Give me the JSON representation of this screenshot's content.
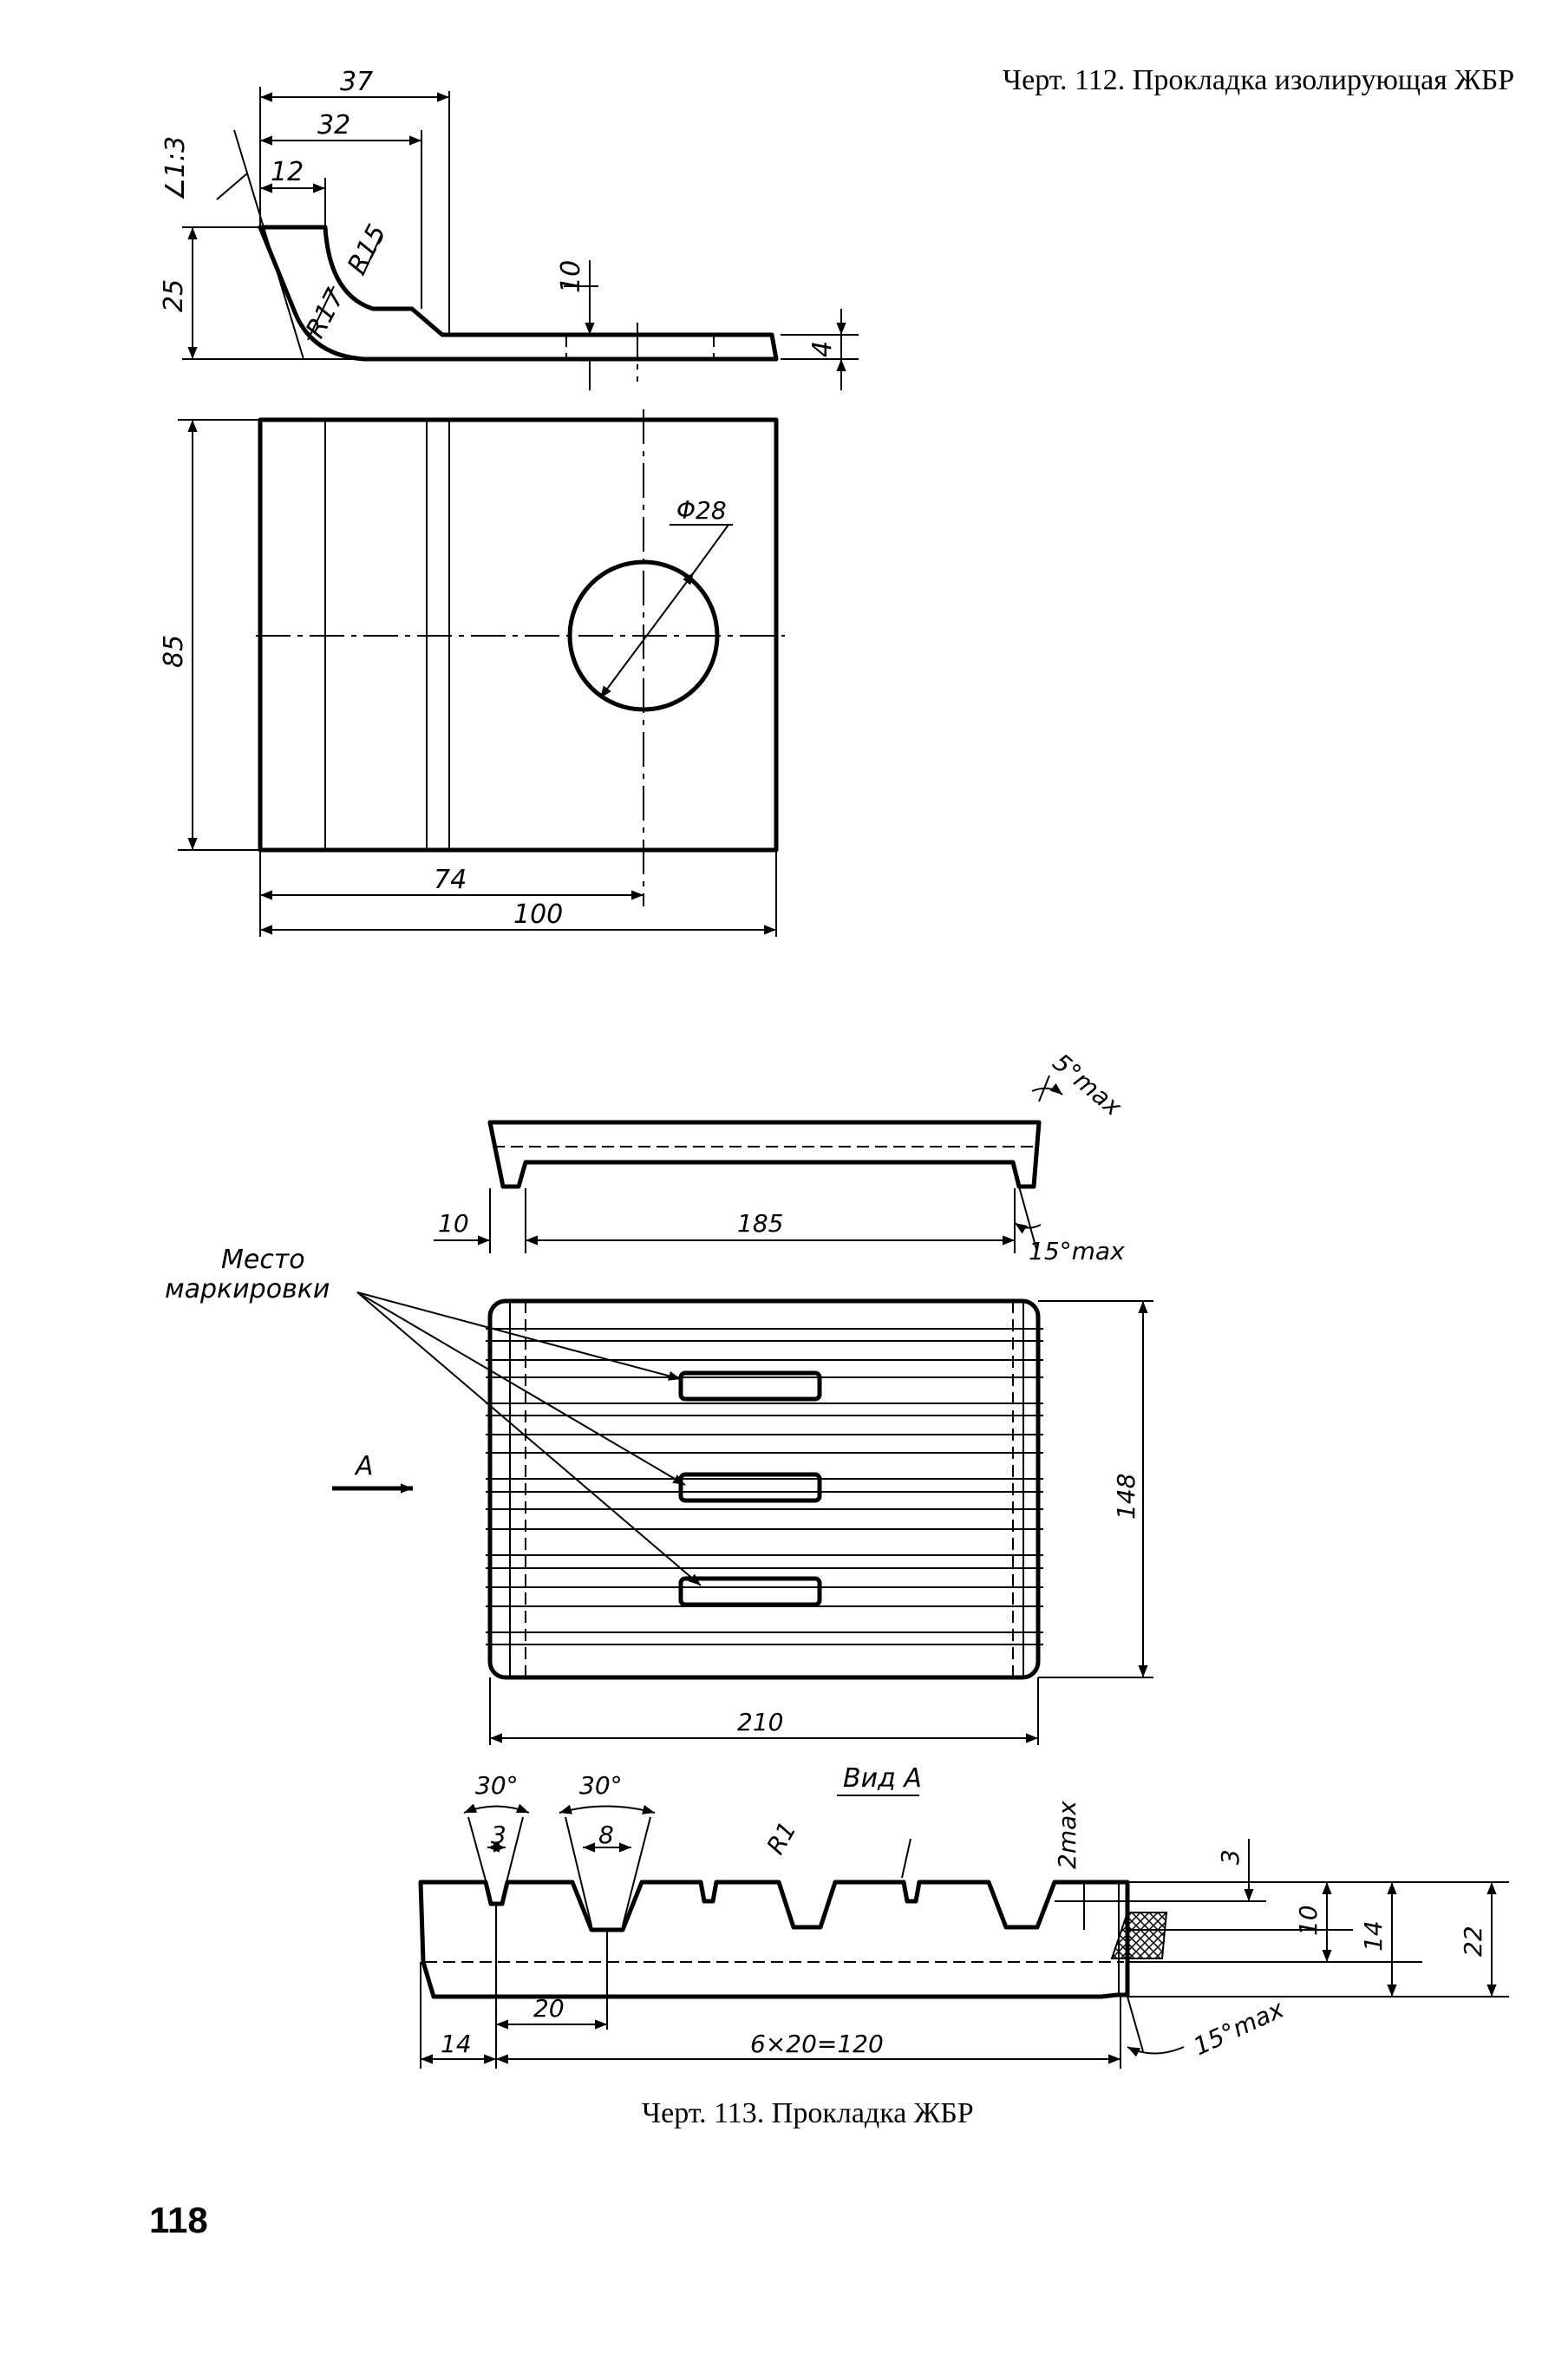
{
  "captions": {
    "fig112": "Черт. 112. Прокладка изолирующая ЖБР",
    "fig113": "Черт. 113. Прокладка ЖБР"
  },
  "page_number": "118",
  "fig112": {
    "dims": {
      "d37": "37",
      "d32": "32",
      "d12": "12",
      "slope": "∠1:3",
      "r15": "R15",
      "r17": "R17",
      "d25": "25",
      "d10": "10",
      "d4": "4",
      "dia28": "Φ28",
      "d85": "85",
      "d74": "74",
      "d100": "100"
    }
  },
  "fig113": {
    "dims": {
      "angle5": "5°max",
      "d10": "10",
      "d185": "185",
      "angle15_top": "15°max",
      "marking_line1": "Место",
      "marking_line2": "маркировки",
      "view_arrow": "А",
      "d148": "148",
      "d210": "210",
      "view_a_title": "Вид А",
      "a30_left": "30°",
      "a30_right": "30°",
      "d3_left": "3",
      "d8": "8",
      "r1": "R1",
      "d2max": "2max",
      "d3_right": "3",
      "d10_right": "10",
      "d14_right": "14",
      "d22": "22",
      "d20": "20",
      "d14_left": "14",
      "d6x20": "6×20=120",
      "angle15_bottom": "15°max"
    }
  }
}
